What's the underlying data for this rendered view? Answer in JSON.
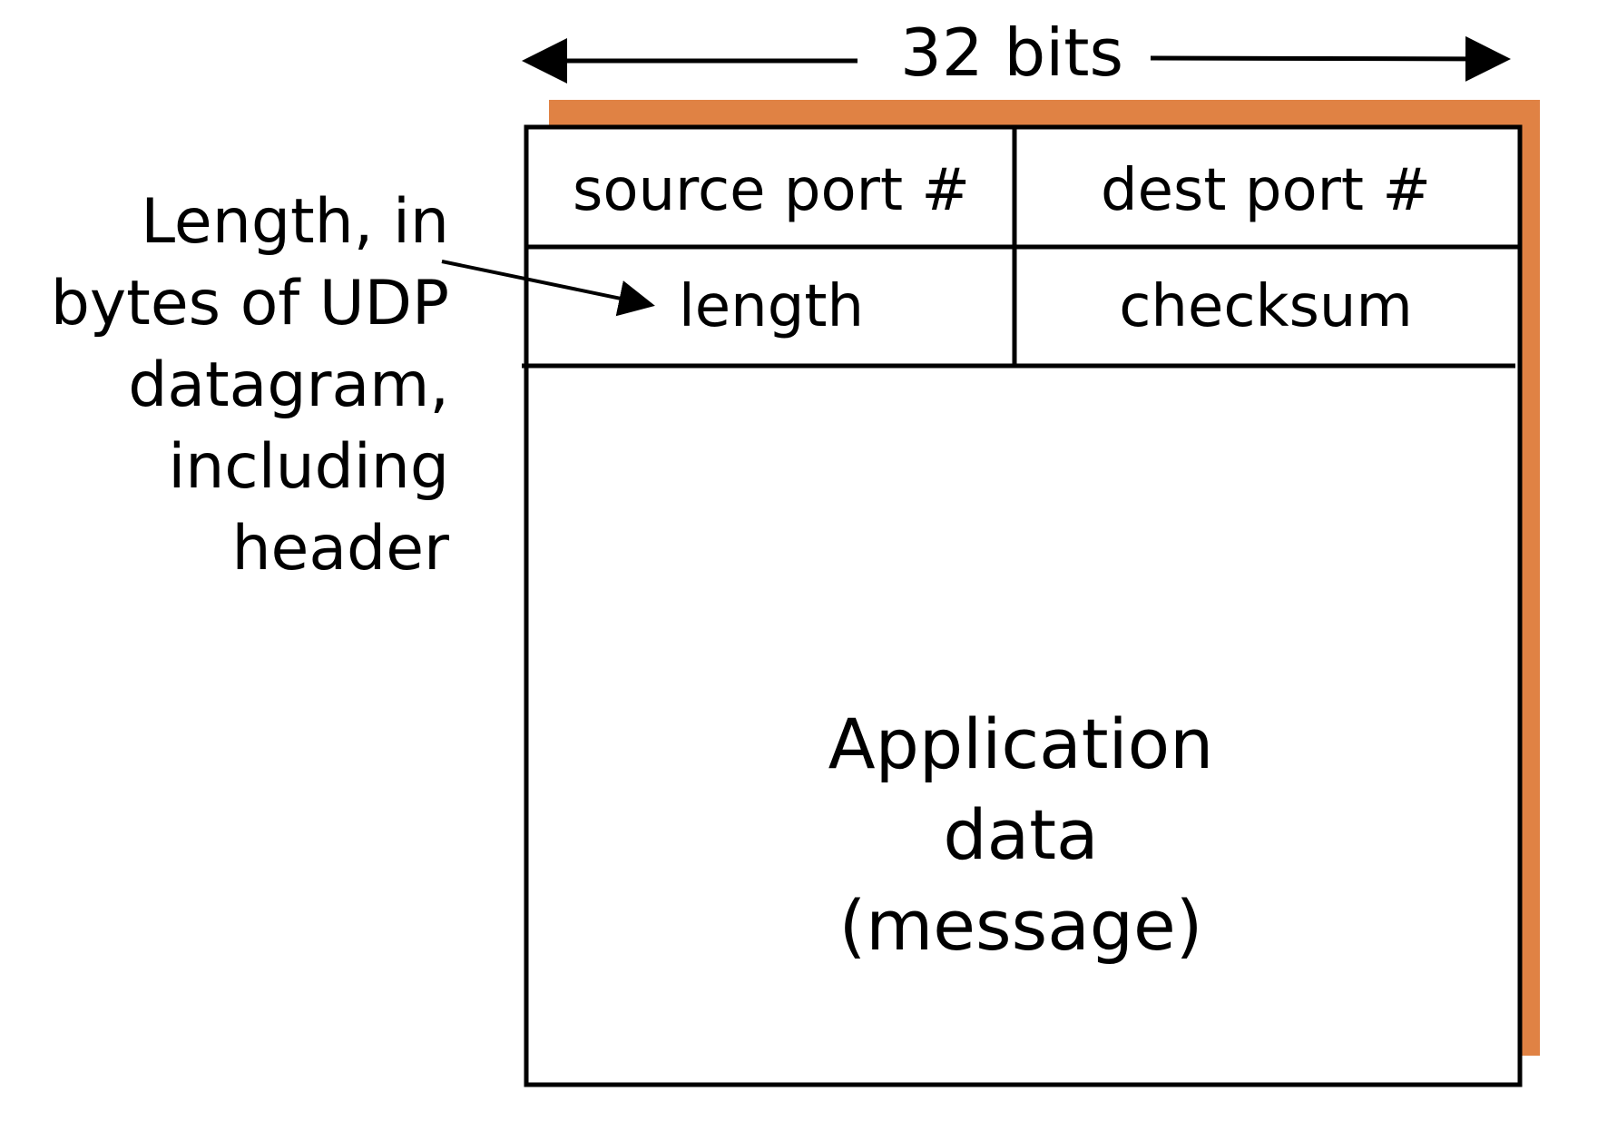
{
  "diagram": {
    "width_label": "32 bits",
    "header": {
      "row1": {
        "left": "source port #",
        "right": "dest port #"
      },
      "row2": {
        "left": "length",
        "right": "checksum"
      }
    },
    "payload_lines": [
      "Application",
      "data",
      "(message)"
    ],
    "annotation_lines": [
      "Length, in",
      "bytes of UDP",
      "datagram,",
      "including",
      "header"
    ]
  },
  "colors": {
    "shadow": "#E08244",
    "line": "#000000",
    "background": "#FFFFFF"
  }
}
